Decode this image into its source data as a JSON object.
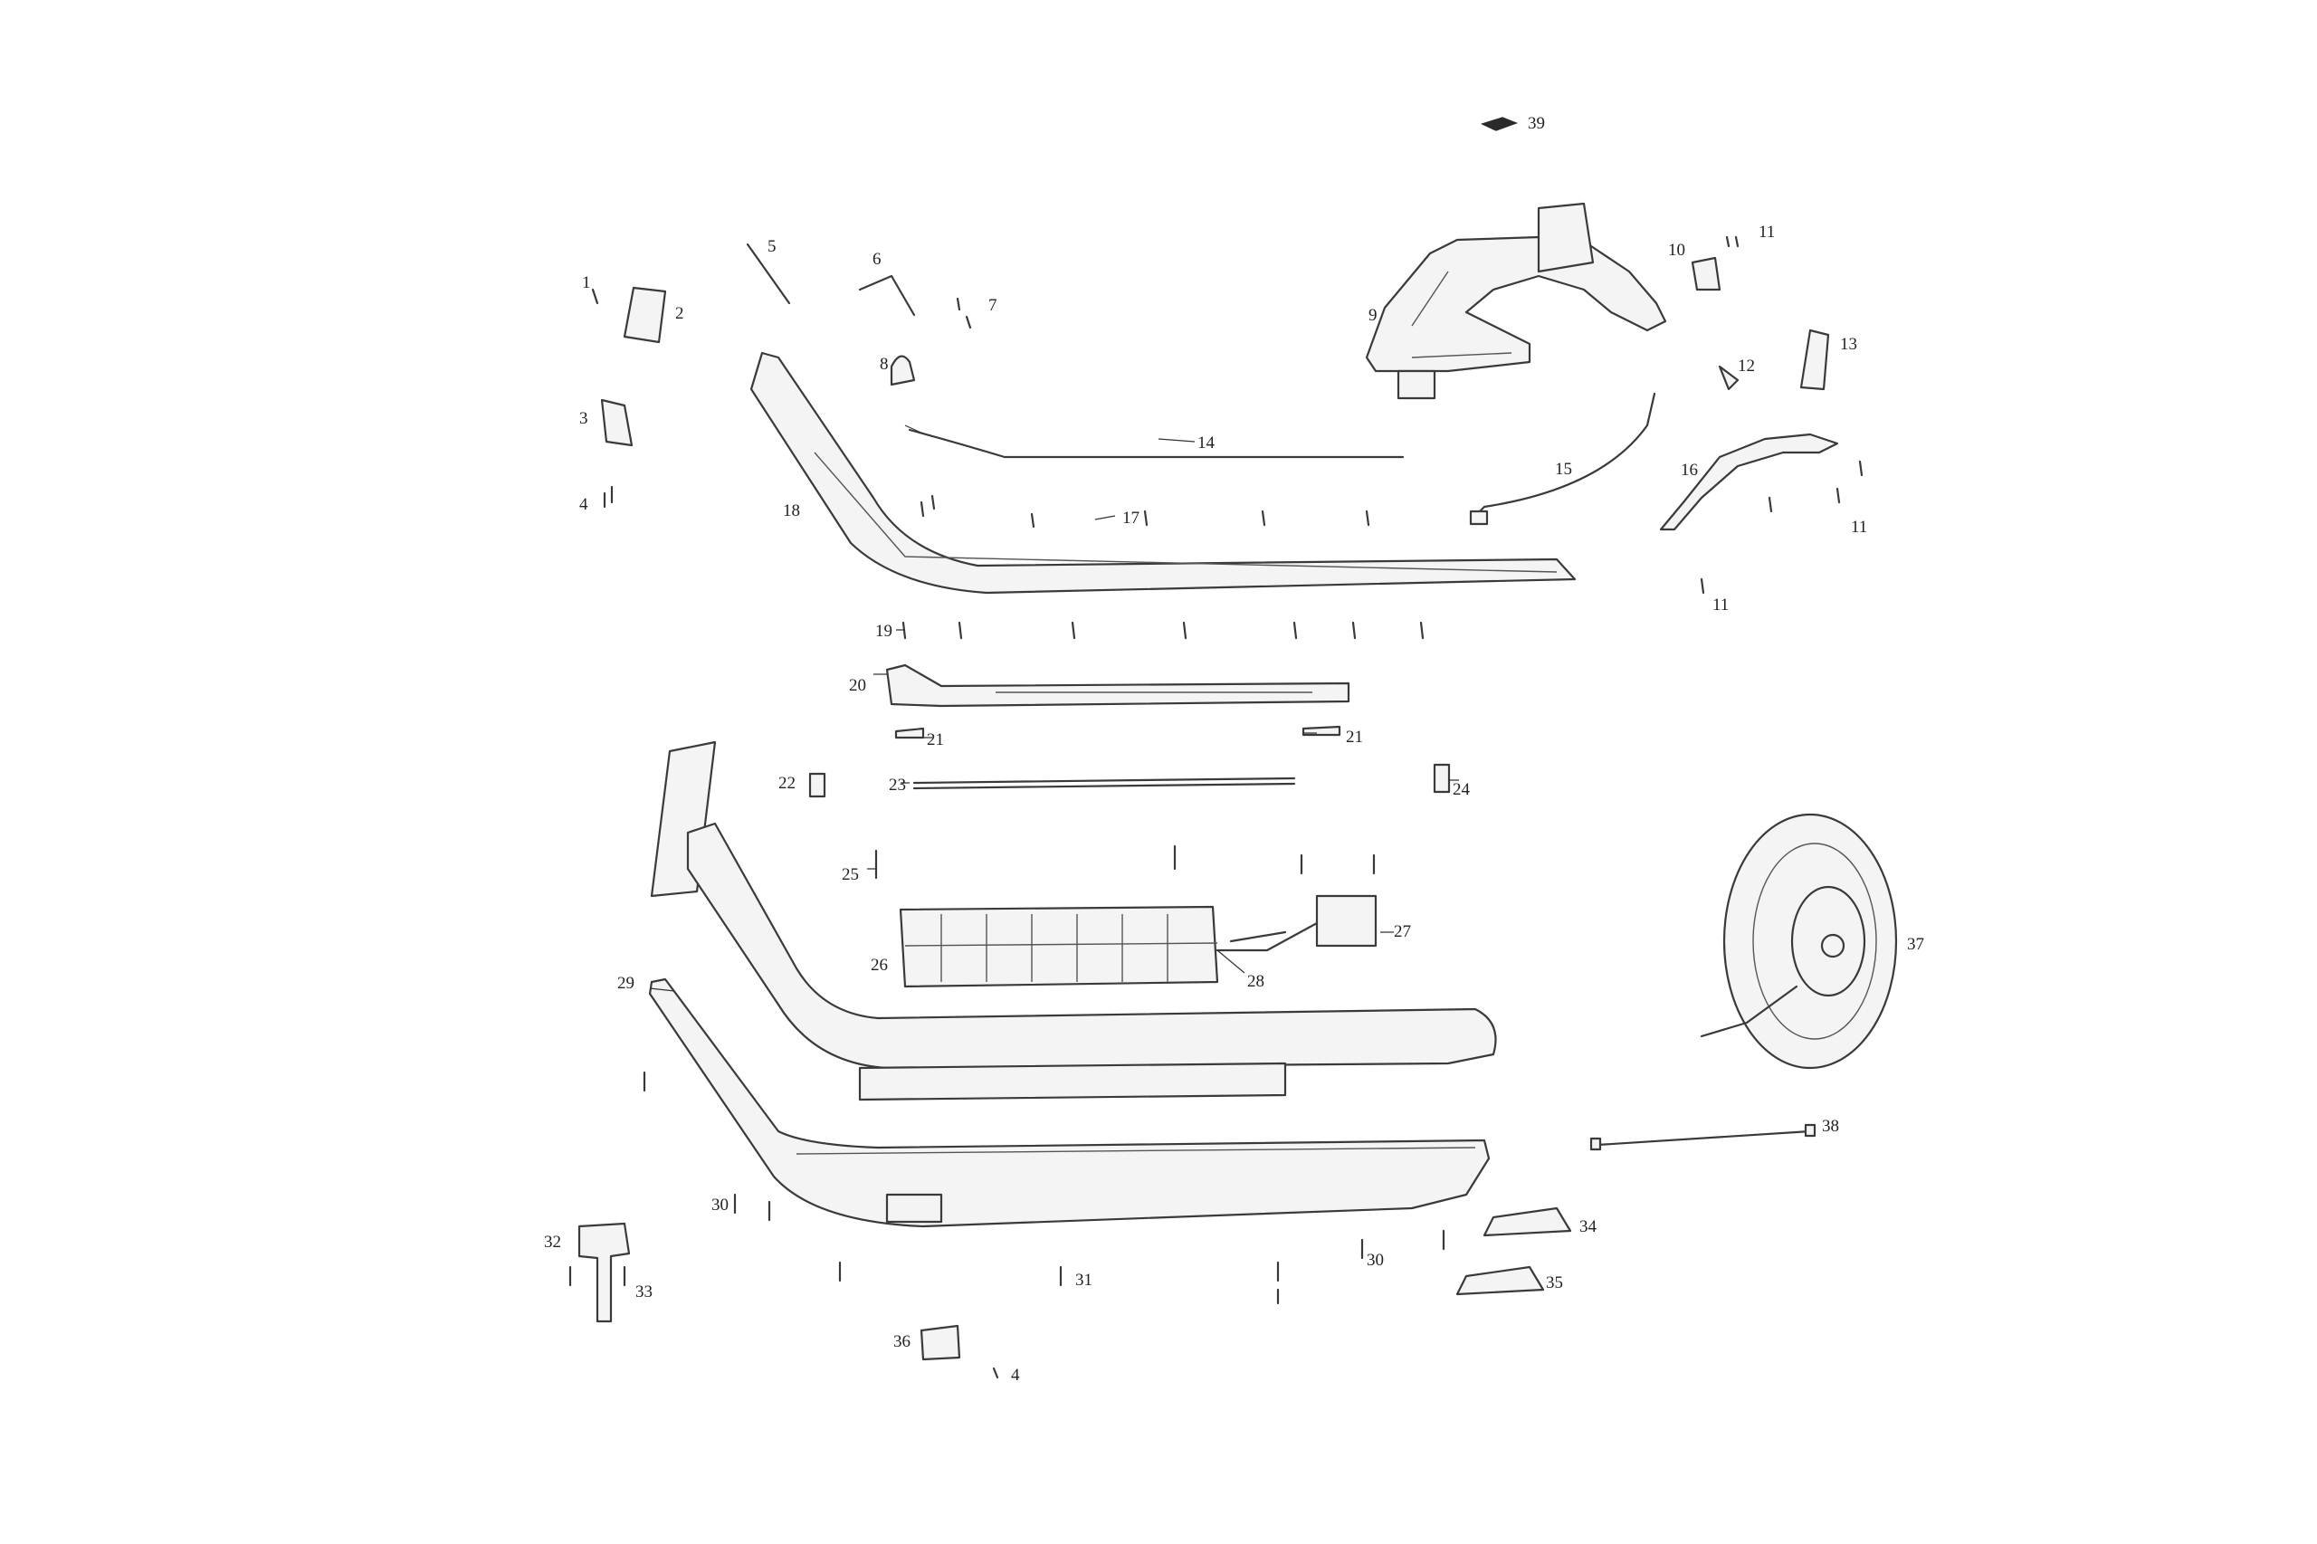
{
  "callouts": [
    {
      "id": "1",
      "text": "1"
    },
    {
      "id": "2",
      "text": "2"
    },
    {
      "id": "3",
      "text": "3"
    },
    {
      "id": "4a",
      "text": "4"
    },
    {
      "id": "5",
      "text": "5"
    },
    {
      "id": "6",
      "text": "6"
    },
    {
      "id": "7",
      "text": "7"
    },
    {
      "id": "8",
      "text": "8"
    },
    {
      "id": "9",
      "text": "9"
    },
    {
      "id": "10",
      "text": "10"
    },
    {
      "id": "11a",
      "text": "11"
    },
    {
      "id": "11b",
      "text": "11"
    },
    {
      "id": "11c",
      "text": "11"
    },
    {
      "id": "12",
      "text": "12"
    },
    {
      "id": "13",
      "text": "13"
    },
    {
      "id": "14",
      "text": "14"
    },
    {
      "id": "15",
      "text": "15"
    },
    {
      "id": "16",
      "text": "16"
    },
    {
      "id": "17",
      "text": "17"
    },
    {
      "id": "18",
      "text": "18"
    },
    {
      "id": "19",
      "text": "19"
    },
    {
      "id": "20",
      "text": "20"
    },
    {
      "id": "21a",
      "text": "21"
    },
    {
      "id": "21b",
      "text": "21"
    },
    {
      "id": "22",
      "text": "22"
    },
    {
      "id": "23",
      "text": "23"
    },
    {
      "id": "24",
      "text": "24"
    },
    {
      "id": "25",
      "text": "25"
    },
    {
      "id": "26",
      "text": "26"
    },
    {
      "id": "27",
      "text": "27"
    },
    {
      "id": "28",
      "text": "28"
    },
    {
      "id": "29",
      "text": "29"
    },
    {
      "id": "30a",
      "text": "30"
    },
    {
      "id": "30b",
      "text": "30"
    },
    {
      "id": "31",
      "text": "31"
    },
    {
      "id": "32",
      "text": "32"
    },
    {
      "id": "33",
      "text": "33"
    },
    {
      "id": "34",
      "text": "34"
    },
    {
      "id": "35",
      "text": "35"
    },
    {
      "id": "36",
      "text": "36"
    },
    {
      "id": "4b",
      "text": "4"
    },
    {
      "id": "37",
      "text": "37"
    },
    {
      "id": "38",
      "text": "38"
    },
    {
      "id": "39",
      "text": "39"
    }
  ]
}
